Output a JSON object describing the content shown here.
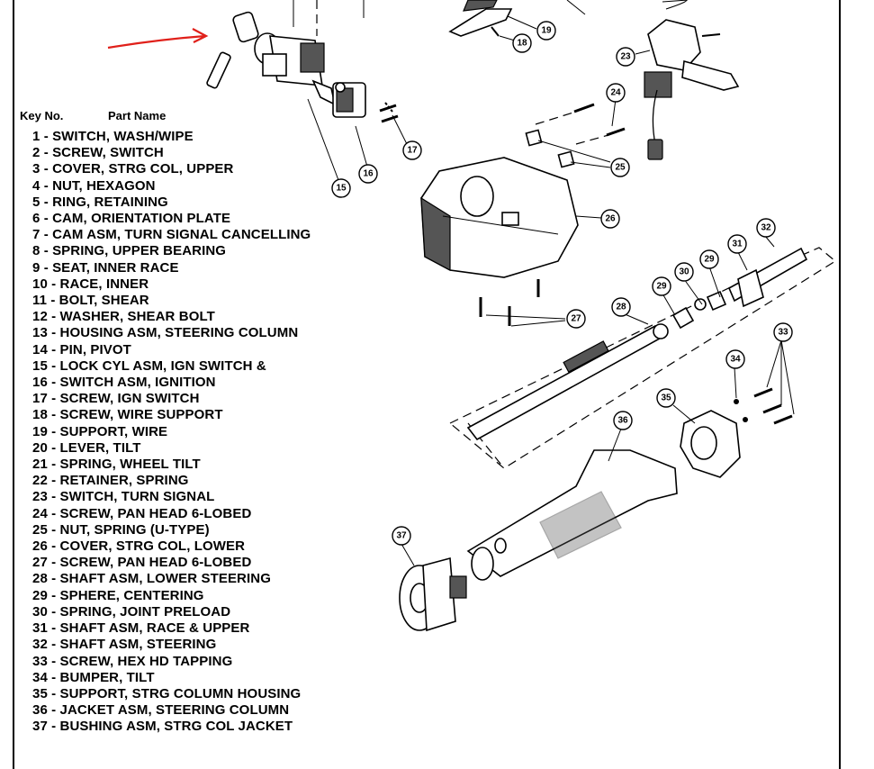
{
  "list_header": {
    "key": "Key No.",
    "name": "Part Name"
  },
  "parts": [
    "1 - SWITCH, WASH/WIPE",
    "2 - SCREW, SWITCH",
    "3 - COVER, STRG COL, UPPER",
    "4 - NUT, HEXAGON",
    "5 - RING, RETAINING",
    "6 - CAM, ORIENTATION PLATE",
    "7 - CAM ASM, TURN SIGNAL CANCELLING",
    "8 - SPRING, UPPER BEARING",
    "9 - SEAT, INNER RACE",
    "10 - RACE, INNER",
    "11 - BOLT, SHEAR",
    "12 - WASHER, SHEAR BOLT",
    "13 - HOUSING ASM, STEERING COLUMN",
    "14 - PIN, PIVOT",
    "15 - LOCK CYL ASM, IGN SWITCH &",
    "16 - SWITCH ASM, IGNITION",
    "17 - SCREW, IGN SWITCH",
    "18 - SCREW, WIRE SUPPORT",
    "19 - SUPPORT, WIRE",
    "20 - LEVER, TILT",
    "21 - SPRING, WHEEL TILT",
    "22 - RETAINER, SPRING",
    "23 - SWITCH, TURN SIGNAL",
    "24 - SCREW, PAN HEAD 6-LOBED",
    "25 - NUT, SPRING (U-TYPE)",
    "26 - COVER, STRG COL, LOWER",
    "27 - SCREW, PAN HEAD 6-LOBED",
    "28 - SHAFT ASM, LOWER STEERING",
    "29 - SPHERE, CENTERING",
    "30 - SPRING, JOINT PRELOAD",
    "31 - SHAFT ASM, RACE & UPPER",
    "32 - SHAFT ASM, STEERING",
    "33 - SCREW, HEX HD TAPPING",
    "34 - BUMPER, TILT",
    "35 - SUPPORT, STRG COLUMN HOUSING",
    "36 - JACKET ASM, STEERING COLUMN",
    "37 - BUSHING ASM, STRG COL JACKET"
  ],
  "callouts": {
    "c15": "15",
    "c16": "16",
    "c17": "17",
    "c18": "18",
    "c19": "19",
    "c23": "23",
    "c24": "24",
    "c25": "25",
    "c26": "26",
    "c27": "27",
    "c28": "28",
    "c29a": "29",
    "c29b": "29",
    "c30": "30",
    "c31": "31",
    "c32": "32",
    "c33": "33",
    "c34": "34",
    "c35": "35",
    "c36": "36",
    "c37": "37"
  },
  "annotation_color": "#e0201a"
}
